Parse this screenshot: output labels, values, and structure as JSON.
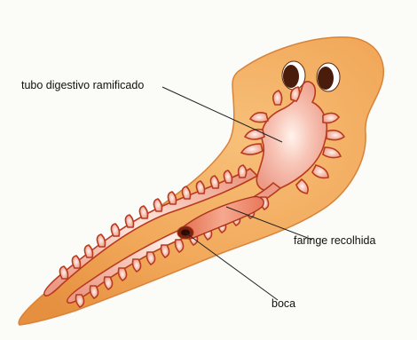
{
  "labels": {
    "tubo": "tubo digestivo ramificado",
    "faringe": "faringe recolhida",
    "boca": "boca"
  },
  "colors": {
    "body_fill": "#f1a758",
    "body_edge": "#d9833a",
    "gut_fill": "#f6b9ad",
    "gut_edge": "#b83a1f",
    "eye_spot": "#4a1c0c",
    "leader_line": "#222222"
  }
}
